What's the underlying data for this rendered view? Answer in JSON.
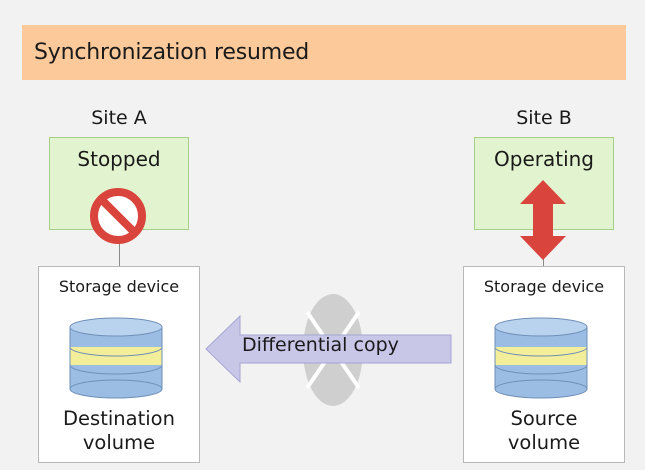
{
  "title": "Synchronization resumed",
  "site_a": {
    "label": "Site A",
    "server_status": "Stopped",
    "storage_title": "Storage device",
    "volume_line1": "Destination",
    "volume_line2": "volume"
  },
  "site_b": {
    "label": "Site B",
    "server_status": "Operating",
    "storage_title": "Storage device",
    "volume_line1": "Source",
    "volume_line2": "volume"
  },
  "copy_label": "Differential copy",
  "icons": {
    "stopped": "prohibited-icon",
    "io": "bidirectional-arrow-icon",
    "volume": "database-cylinder-icon",
    "copy": "left-arrow-icon",
    "link": "network-link-icon"
  },
  "colors": {
    "title_bg": "#fbc99a",
    "server_bg": "#e2f3cf",
    "volume_blue": "#9bbde4",
    "volume_yellow": "#f2ee9a",
    "arrow_fill": "#c9c7e8",
    "prohibit_red": "#d9453c",
    "io_arrow": "#d9453c"
  }
}
